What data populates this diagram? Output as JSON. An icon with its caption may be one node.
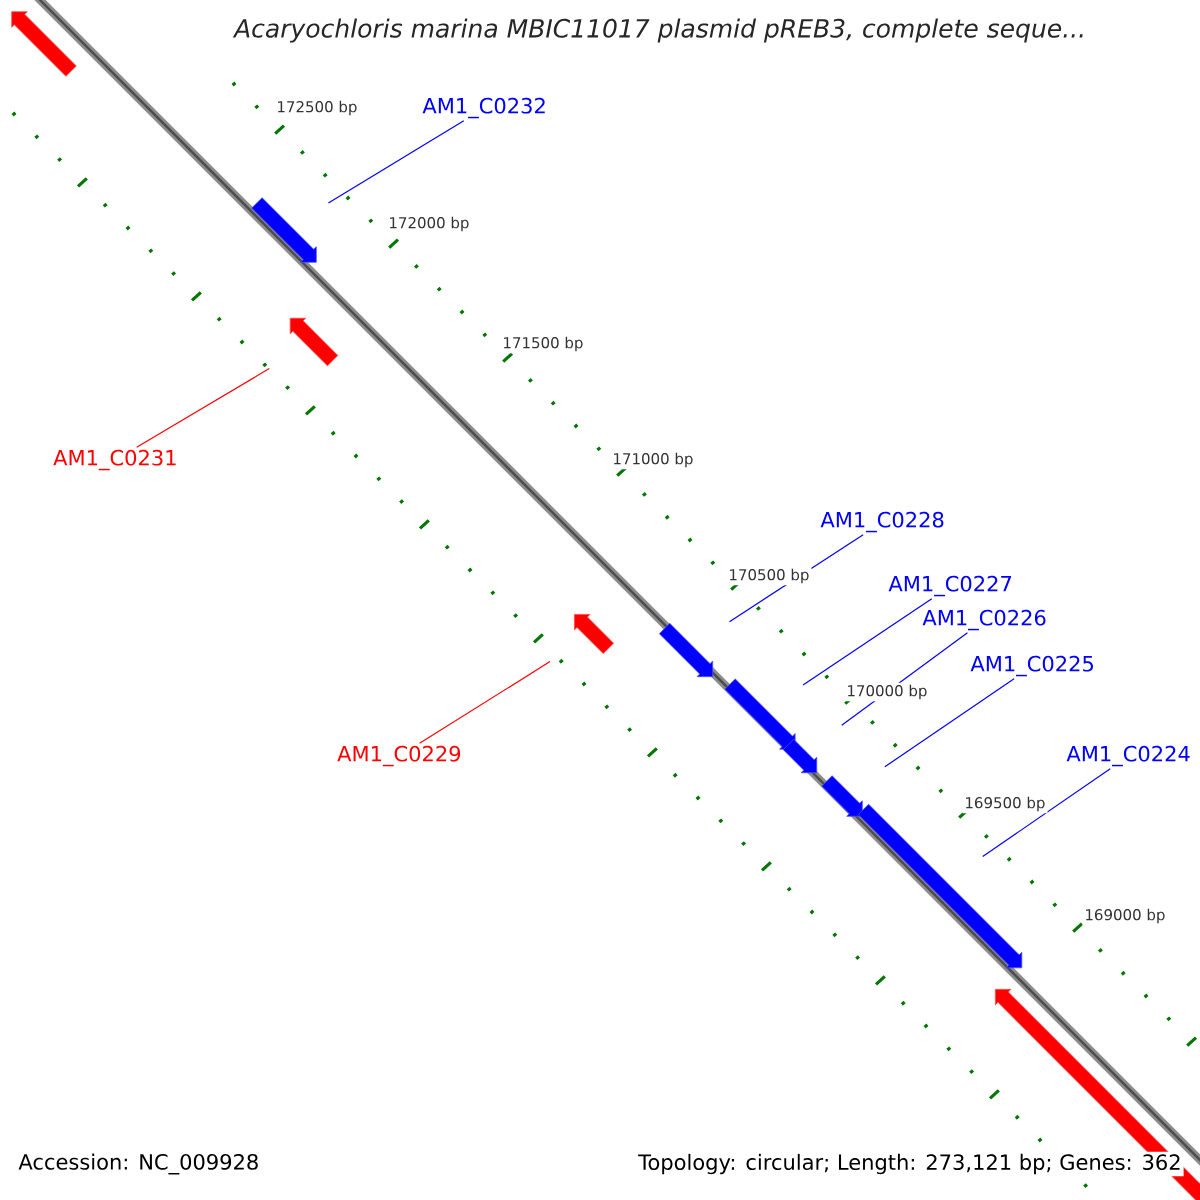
{
  "diagram": {
    "title": "Acaryochloris marina MBIC11017 plasmid pREB3, complete seque...",
    "nodes": [
      {
        "text": [],
        "shape": "arrow"
      },
      {
        "text": [],
        "shape": "arrow"
      },
      {
        "text": [],
        "shape": "arrow"
      },
      {
        "text": [],
        "shape": "arrow"
      },
      {
        "text": [],
        "shape": "arrow"
      },
      {
        "text": [],
        "shape": "arrow"
      },
      {
        "text": [],
        "shape": "arrow"
      },
      {
        "text": [],
        "shape": "arrow"
      },
      {
        "text": [],
        "shape": "arrow"
      },
      {
        "text": [],
        "shape": "arrow"
      },
      {
        "text": [
          "AM1_C0232"
        ]
      },
      {
        "text": [
          "AM1_C0231"
        ]
      },
      {
        "text": [
          "AM1_C0229"
        ]
      },
      {
        "text": [
          "AM1_C0228"
        ]
      },
      {
        "text": [
          "AM1_C0227"
        ]
      },
      {
        "text": [
          "AM1_C0226"
        ]
      },
      {
        "text": [
          "AM1_C0225"
        ]
      },
      {
        "text": [
          "AM1_C0224"
        ]
      }
    ],
    "edges": [
      {
        "from": 10,
        "to": 1,
        "arrow": "none"
      },
      {
        "from": 11,
        "to": 2,
        "arrow": "none",
        "color": "#ff0000"
      },
      {
        "from": 12,
        "to": 3,
        "arrow": "none",
        "color": "#ff0000"
      },
      {
        "from": 13,
        "to": 4,
        "arrow": "none"
      },
      {
        "from": 14,
        "to": 5,
        "arrow": "none"
      },
      {
        "from": 15,
        "to": 6,
        "arrow": "none"
      },
      {
        "from": 16,
        "to": 7,
        "arrow": "none"
      },
      {
        "from": 17,
        "to": 8,
        "arrow": "none"
      }
    ],
    "labels": [
      "172500 bp",
      "172000 bp",
      "171500 bp",
      "171000 bp",
      "170500 bp",
      "170000 bp",
      "169500 bp",
      "169000 bp",
      "Accession: NC_009928",
      "Topology: circular; Length: 273,121 bp; Genes: 362"
    ]
  }
}
